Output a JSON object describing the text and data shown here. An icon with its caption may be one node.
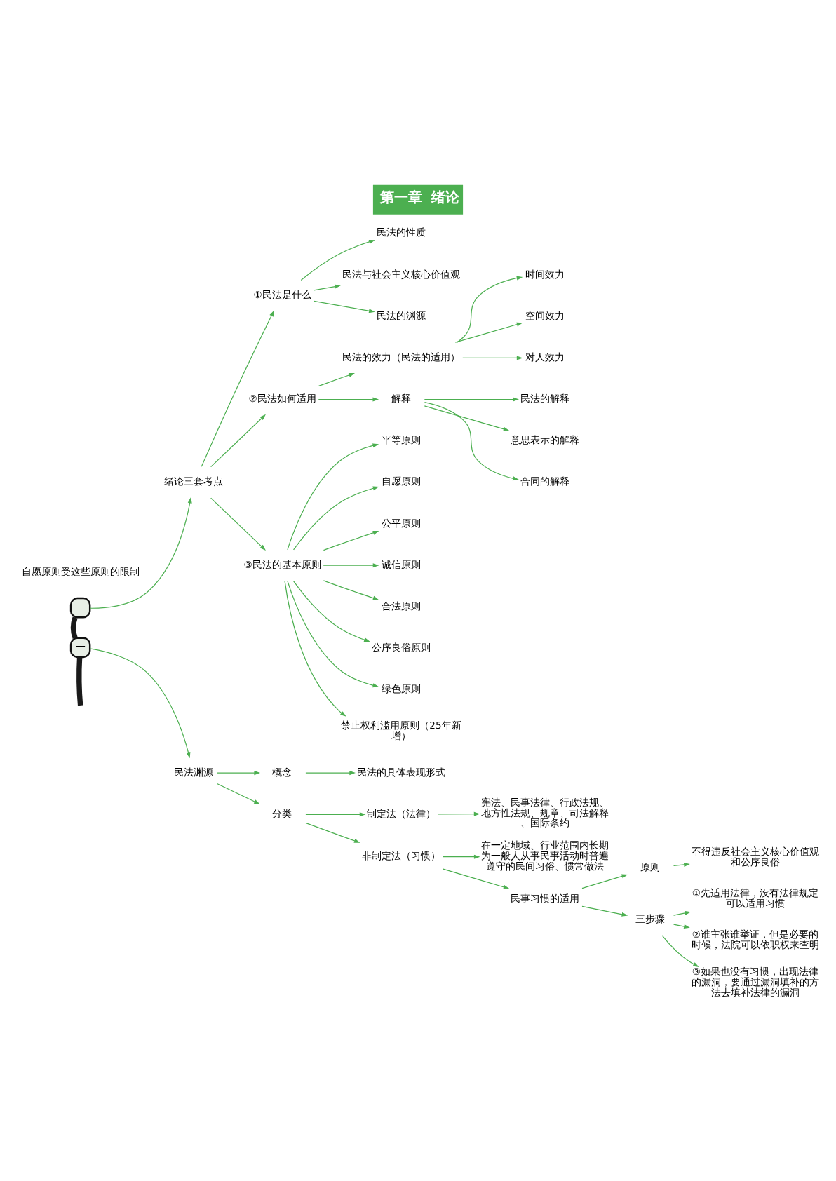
{
  "diagram": {
    "title": "第一章  绪论",
    "nodes": [
      {
        "text": [],
        "shape": "box"
      },
      {
        "text": [
          "绪论三套考点"
        ]
      },
      {
        "text": [
          "①民法是什么"
        ]
      },
      {
        "text": [
          "民法的性质"
        ]
      },
      {
        "text": [
          "民法与社会主义核心价值观"
        ]
      },
      {
        "text": [
          "民法的渊源"
        ]
      },
      {
        "text": [
          "②民法如何适用"
        ]
      },
      {
        "text": [
          "民法的效力（民法的适用）"
        ]
      },
      {
        "text": [
          "时间效力"
        ]
      },
      {
        "text": [
          "空间效力"
        ]
      },
      {
        "text": [
          "对人效力"
        ]
      },
      {
        "text": [
          "解释"
        ]
      },
      {
        "text": [
          "民法的解释"
        ]
      },
      {
        "text": [
          "意思表示的解释"
        ]
      },
      {
        "text": [
          "合同的解释"
        ]
      },
      {
        "text": [
          "③民法的基本原则"
        ]
      },
      {
        "text": [
          "平等原则"
        ]
      },
      {
        "text": [
          "自愿原则"
        ]
      },
      {
        "text": [
          "公平原则"
        ]
      },
      {
        "text": [
          "诚信原则"
        ]
      },
      {
        "text": [
          "合法原则"
        ]
      },
      {
        "text": [
          "公序良俗原则"
        ]
      },
      {
        "text": [
          "绿色原则"
        ]
      },
      {
        "text": [
          "禁止权利滥用原则（25年新增）"
        ]
      },
      {
        "text": [
          "一"
        ]
      },
      {
        "text": [
          "民法渊源"
        ]
      },
      {
        "text": [
          "概念"
        ]
      },
      {
        "text": [
          "民法的具体表现形式"
        ]
      },
      {
        "text": [
          "分类"
        ]
      },
      {
        "text": [
          "制定法（法律）"
        ]
      },
      {
        "text": [
          "宪法、民事法律、行政法规、地方性法规、规章、司法解释、国际条约"
        ]
      },
      {
        "text": [
          "非制定法（习惯）"
        ]
      },
      {
        "text": [
          "在一定地域、行业范围内长期为一般人从事民事活动时普遍遵守的民间习俗、惯常做法"
        ]
      },
      {
        "text": [
          "民事习惯的适用"
        ]
      },
      {
        "text": [
          "原则"
        ]
      },
      {
        "text": [
          "不得违反社会主义核心价值观和公序良俗"
        ]
      },
      {
        "text": [
          "三步骤"
        ]
      },
      {
        "text": [
          "①先适用法律，没有法律规定可以适用习惯"
        ]
      },
      {
        "text": [
          "②谁主张谁举证，但是必要的时候，法院可以依职权来查明"
        ]
      },
      {
        "text": [
          "③如果也没有习惯，出现法律的漏洞，要通过漏洞填补的方法去填补法律的漏洞"
        ]
      }
    ],
    "edges": [
      {
        "from": 0,
        "to": 1,
        "arrow": "to"
      },
      {
        "from": 1,
        "to": 2,
        "arrow": "to"
      },
      {
        "from": 1,
        "to": 6,
        "arrow": "to"
      },
      {
        "from": 1,
        "to": 15,
        "arrow": "to"
      },
      {
        "from": 2,
        "to": 3,
        "arrow": "to"
      },
      {
        "from": 2,
        "to": 4,
        "arrow": "to"
      },
      {
        "from": 2,
        "to": 5,
        "arrow": "to"
      },
      {
        "from": 6,
        "to": 7,
        "arrow": "to"
      },
      {
        "from": 6,
        "to": 11,
        "arrow": "to"
      },
      {
        "from": 7,
        "to": 8,
        "arrow": "to"
      },
      {
        "from": 7,
        "to": 9,
        "arrow": "to"
      },
      {
        "from": 7,
        "to": 10,
        "arrow": "to"
      },
      {
        "from": 11,
        "to": 12,
        "arrow": "to"
      },
      {
        "from": 11,
        "to": 13,
        "arrow": "to"
      },
      {
        "from": 11,
        "to": 14,
        "arrow": "to"
      },
      {
        "from": 15,
        "to": 16,
        "arrow": "to"
      },
      {
        "from": 15,
        "to": 17,
        "arrow": "to"
      },
      {
        "from": 15,
        "to": 18,
        "arrow": "to"
      },
      {
        "from": 15,
        "to": 19,
        "arrow": "to"
      },
      {
        "from": 15,
        "to": 20,
        "arrow": "to"
      },
      {
        "from": 15,
        "to": 21,
        "arrow": "to"
      },
      {
        "from": 15,
        "to": 22,
        "arrow": "to"
      },
      {
        "from": 15,
        "to": 23,
        "arrow": "to"
      },
      {
        "from": 0,
        "to": 24,
        "arrow": "none",
        "style": "thick",
        "color": "#1a1a1a"
      },
      {
        "from": 24,
        "to": 25,
        "arrow": "to"
      },
      {
        "from": 25,
        "to": 26,
        "arrow": "to"
      },
      {
        "from": 25,
        "to": 28,
        "arrow": "to"
      },
      {
        "from": 26,
        "to": 27,
        "arrow": "to"
      },
      {
        "from": 28,
        "to": 29,
        "arrow": "to"
      },
      {
        "from": 28,
        "to": 31,
        "arrow": "to"
      },
      {
        "from": 29,
        "to": 30,
        "arrow": "to"
      },
      {
        "from": 31,
        "to": 32,
        "arrow": "to"
      },
      {
        "from": 31,
        "to": 33,
        "arrow": "to"
      },
      {
        "from": 33,
        "to": 34,
        "arrow": "to"
      },
      {
        "from": 33,
        "to": 36,
        "arrow": "to"
      },
      {
        "from": 34,
        "to": 35,
        "arrow": "to"
      },
      {
        "from": 36,
        "to": 37,
        "arrow": "to"
      },
      {
        "from": 36,
        "to": 38,
        "arrow": "to"
      },
      {
        "from": 36,
        "to": 39,
        "arrow": "to"
      },
      {
        "from": 24,
        "to": null,
        "arrow": "none",
        "style": "thick",
        "color": "#1a1a1a"
      }
    ],
    "labels": [
      "自愿原则受这些原则的限制"
    ]
  }
}
